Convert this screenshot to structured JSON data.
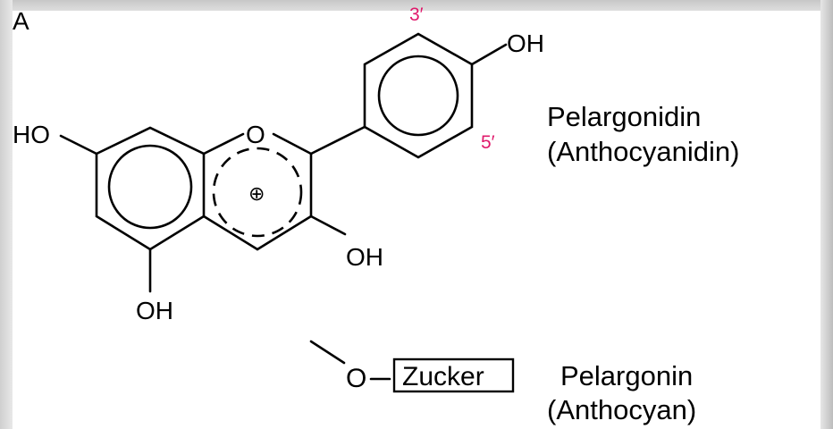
{
  "panel_label": "A",
  "molecule": {
    "oh_top": "OH",
    "oh_left": "HO",
    "ring_o": "O",
    "oh_right": "OH",
    "oh_bottom": "OH",
    "charge": "⊕",
    "pos_3": "3′",
    "pos_5": "5′"
  },
  "labels": {
    "pelargonidin": "Pelargonidin",
    "anthocyanidin": "(Anthocyanidin)",
    "pelargonin": "Pelargonin",
    "anthocyan": "(Anthocyan)"
  },
  "substituent": {
    "o": "O",
    "dash": "–",
    "sugar": "Zucker"
  },
  "colors": {
    "position_labels": "#e0196b",
    "bonds": "#000000",
    "background": "#ffffff"
  }
}
